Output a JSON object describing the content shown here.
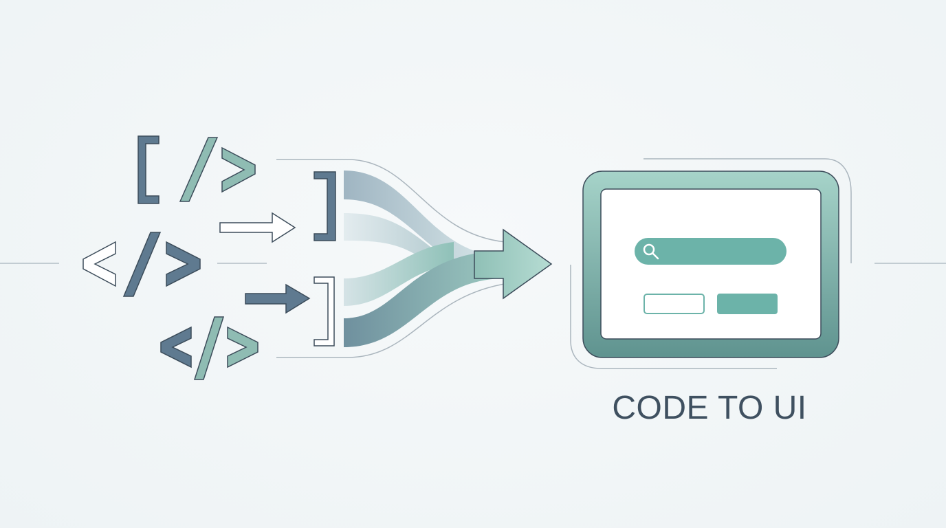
{
  "caption": "CODE TO UI",
  "colors": {
    "background": "#f2f6f7",
    "slate": "#5f7a90",
    "slate_dark": "#4d6577",
    "teal": "#6cb3a9",
    "teal_light": "#a8d3cb",
    "outline": "#3c4c5a",
    "guide_line": "#b3bec6",
    "caption_text": "#3f5060"
  },
  "icons": {
    "code_symbols": [
      "bracket-slash-chevron",
      "code-tag",
      "code-tag-small"
    ],
    "arrows": [
      "outline-arrow",
      "solid-arrow"
    ],
    "merge": "merge-flow-arrow",
    "target": "ui-window",
    "search": "search-icon"
  }
}
